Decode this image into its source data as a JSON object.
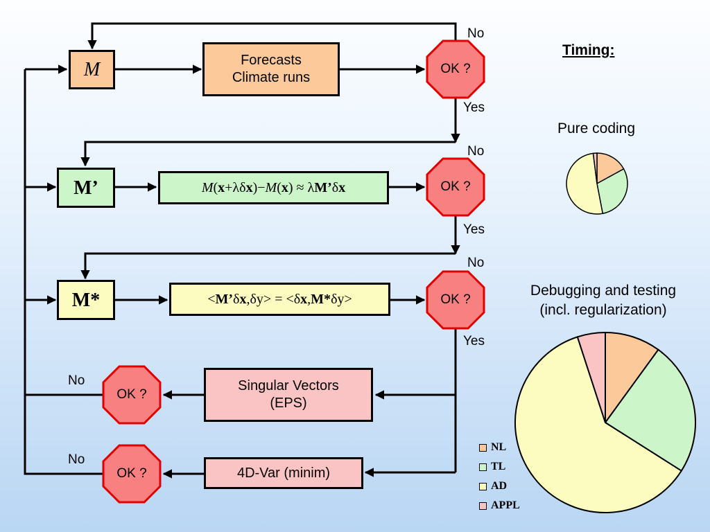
{
  "colors": {
    "nl": "#fbc99a",
    "tl": "#ccf5c9",
    "ad": "#fcfcc0",
    "appl": "#fbc4c4",
    "stop": "#f88080",
    "stop_border": "#e00000"
  },
  "flow": {
    "model_nl": "M",
    "forecasts_line1": "Forecasts",
    "forecasts_line2": "Climate runs",
    "model_tl": "M’",
    "tl_test": {
      "a": "M",
      "b": "(",
      "c": "x",
      "d": "+λδ",
      "e": "x",
      "f": ")−",
      "g": "M",
      "h": "(",
      "i": "x",
      "j": ") ≈ λ",
      "k": "M’",
      "l": "δ",
      "m": "x"
    },
    "model_ad": "M*",
    "ad_test": {
      "a": "<",
      "b": "M’",
      "c": "δ",
      "d": "x",
      "e": ",δy> = <δ",
      "f": "x",
      "g": ",",
      "h": "M*",
      "i": "δy>"
    },
    "sv_line1": "Singular Vectors",
    "sv_line2": "(EPS)",
    "fourdvar": "4D-Var (minim)",
    "ok": "OK ?",
    "no": "No",
    "yes": "Yes"
  },
  "timing": {
    "title": "Timing:",
    "pure_coding": "Pure coding",
    "debug_line1": "Debugging and testing",
    "debug_line2": "(incl. regularization)"
  },
  "legend": [
    "NL",
    "TL",
    "AD",
    "APPL"
  ],
  "chart_data": [
    {
      "type": "pie",
      "title": "Pure coding",
      "categories": [
        "NL",
        "TL",
        "AD",
        "APPL"
      ],
      "values": [
        17,
        30,
        51,
        2
      ]
    },
    {
      "type": "pie",
      "title": "Debugging and testing (incl. regularization)",
      "categories": [
        "NL",
        "TL",
        "AD",
        "APPL"
      ],
      "values": [
        10,
        24,
        61,
        5
      ]
    }
  ]
}
